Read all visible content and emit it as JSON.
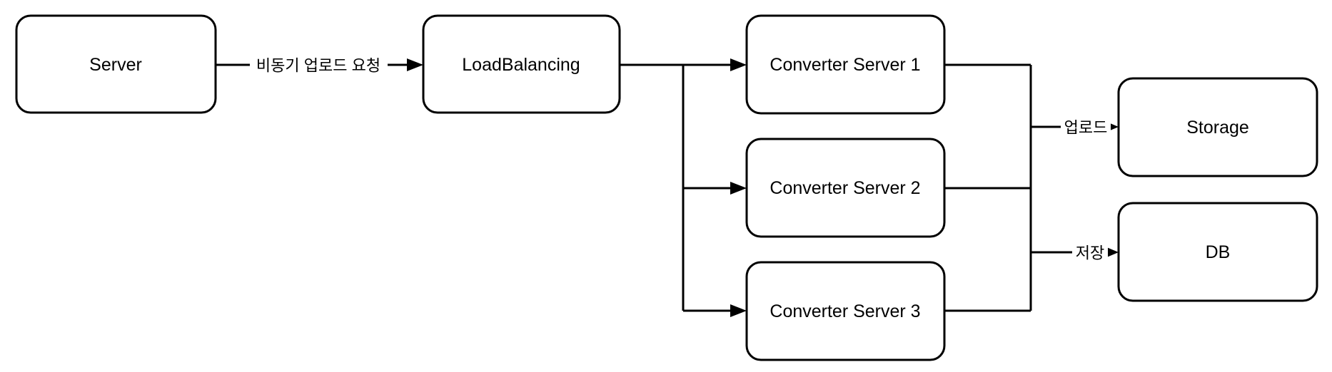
{
  "diagram": {
    "type": "flowchart",
    "background_color": "#ffffff",
    "stroke_color": "#000000",
    "node_fill_color": "#ffffff",
    "text_color": "#000000",
    "nodes": [
      {
        "id": "server",
        "label": "Server"
      },
      {
        "id": "load-balancing",
        "label": "LoadBalancing"
      },
      {
        "id": "converter-server-1",
        "label": "Converter Server 1"
      },
      {
        "id": "converter-server-2",
        "label": "Converter Server 2"
      },
      {
        "id": "converter-server-3",
        "label": "Converter Server 3"
      },
      {
        "id": "storage",
        "label": "Storage"
      },
      {
        "id": "db",
        "label": "DB"
      }
    ],
    "edges": [
      {
        "id": "server-to-loadbalancing",
        "from": "server",
        "to": "load-balancing",
        "label": "비동기 업로드 요청"
      },
      {
        "id": "loadbalancing-to-converter-1",
        "from": "load-balancing",
        "to": "converter-server-1",
        "label": ""
      },
      {
        "id": "loadbalancing-to-converter-2",
        "from": "load-balancing",
        "to": "converter-server-2",
        "label": ""
      },
      {
        "id": "loadbalancing-to-converter-3",
        "from": "load-balancing",
        "to": "converter-server-3",
        "label": ""
      },
      {
        "id": "converters-to-storage",
        "from": "converter-servers",
        "to": "storage",
        "label": "업로드"
      },
      {
        "id": "converters-to-db",
        "from": "converter-servers",
        "to": "db",
        "label": "저장"
      }
    ]
  }
}
